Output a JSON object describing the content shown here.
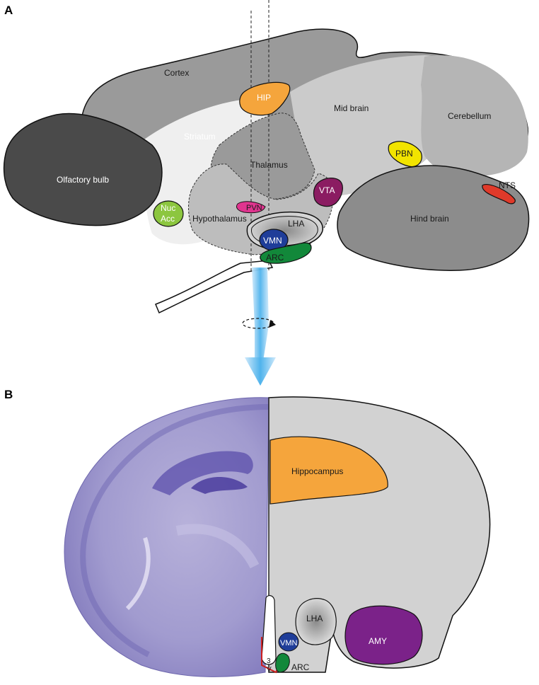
{
  "panels": {
    "a": "A",
    "b": "B"
  },
  "sagittal": {
    "cortex": "Cortex",
    "hip": "HIP",
    "mid_brain": "Mid brain",
    "cerebellum": "Cerebellum",
    "striatum": "Striatum",
    "thalamus": "Thalamus",
    "pbn": "PBN",
    "olfactory_bulb": "Olfactory bulb",
    "vta": "VTA",
    "nts": "NTS",
    "nuc_acc_line1": "Nuc",
    "nuc_acc_line2": "Acc",
    "pvn": "PVN",
    "hypothalamus": "Hypothalamus",
    "lha": "LHA",
    "hind_brain": "Hind brain",
    "vmn": "VMN",
    "arc": "ARC"
  },
  "coronal": {
    "hippocampus": "Hippocampus",
    "lha": "LHA",
    "amy": "AMY",
    "vmn": "VMN",
    "third_ventricle_line1": "3",
    "third_ventricle_line2": "V",
    "arc": "ARC"
  },
  "colors": {
    "olfactory": "#4a4a4a",
    "cortex": "#9a9a9a",
    "striatum": "#efefef",
    "midbrain": "#cbcbcb",
    "cerebellum": "#b5b5b5",
    "hindbrain": "#8c8c8c",
    "hypothalamus": "#bdbdbd",
    "hip": "#f5a53c",
    "pbn": "#f2e400",
    "vta": "#8b1c62",
    "nts": "#e03a2a",
    "nucacc": "#8cc63f",
    "pvn": "#e0358f",
    "vmn": "#1f3d99",
    "arc": "#12883a",
    "amy": "#7b2289",
    "nissl": "#8e86c4"
  }
}
